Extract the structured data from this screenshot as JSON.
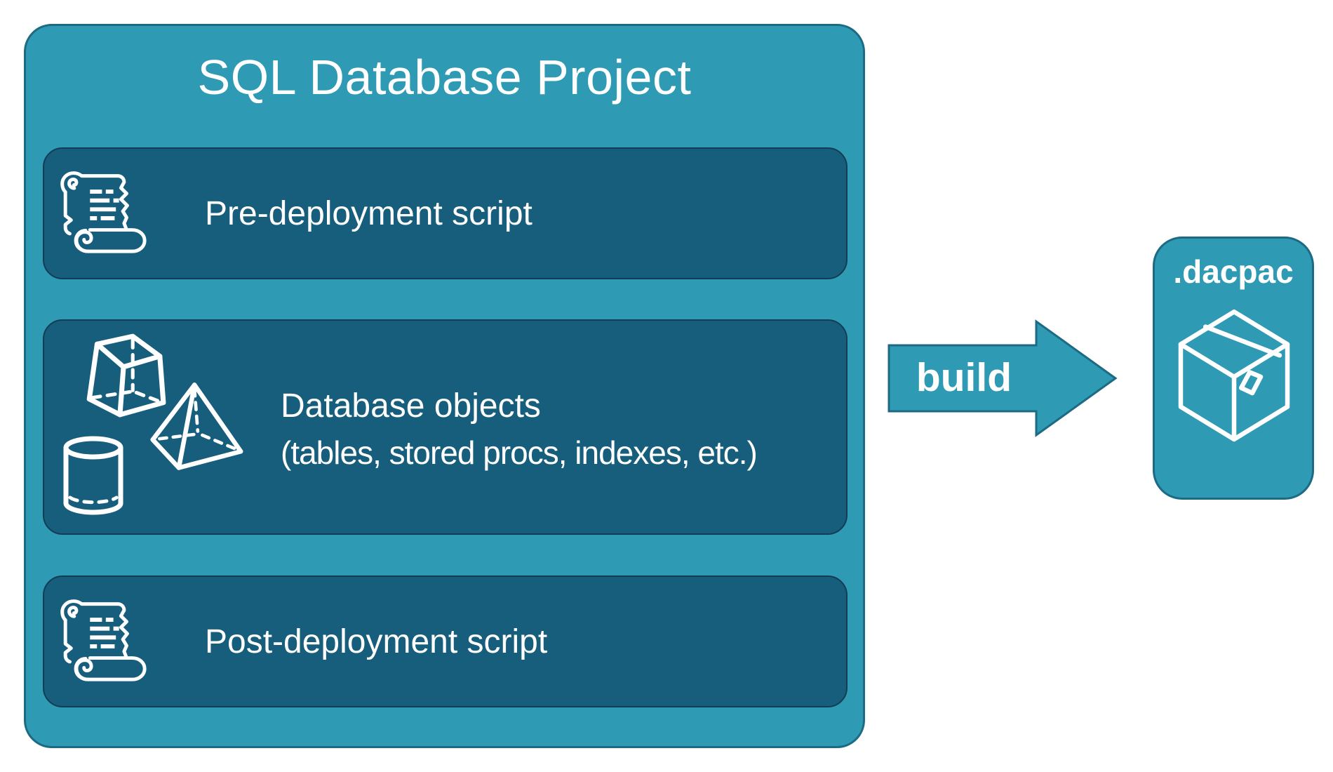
{
  "colors": {
    "canvas_background": "#FFFFFF",
    "teal_fill": "#2E9AB3",
    "teal_border": "#1C6A84",
    "panel_fill": "#175E7D",
    "panel_border": "#113E54",
    "text": "#FFFFFF"
  },
  "project": {
    "title": "SQL Database Project",
    "boxes": [
      {
        "label": "Pre-deployment script",
        "icon": "scroll-icon"
      },
      {
        "label": "Database objects",
        "sublabel": "(tables, stored procs, indexes, etc.)",
        "icons": [
          "cube-icon",
          "pyramid-icon",
          "cylinder-icon"
        ]
      },
      {
        "label": "Post-deployment script",
        "icon": "scroll-icon"
      }
    ]
  },
  "build_arrow": {
    "label": "build"
  },
  "dacpac": {
    "label": ".dacpac",
    "icon": "package-icon"
  }
}
